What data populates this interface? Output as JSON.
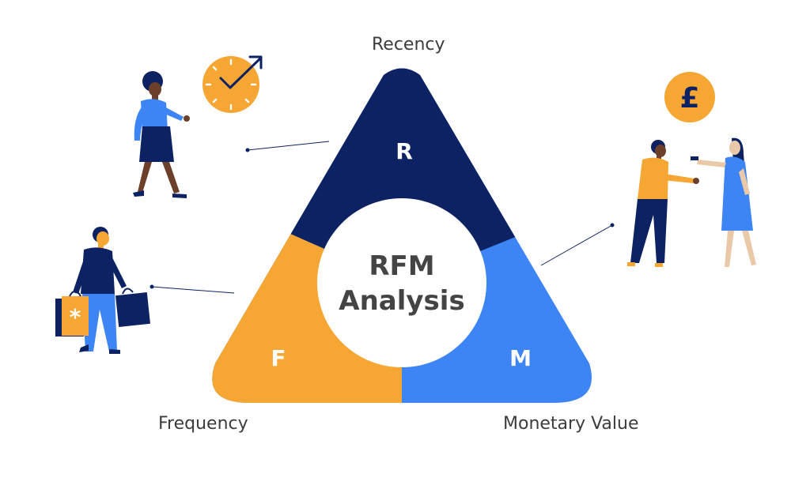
{
  "labels": {
    "recency": "Recency",
    "frequency": "Frequency",
    "monetary": "Monetary Value"
  },
  "segments": {
    "r": "R",
    "f": "F",
    "m": "M"
  },
  "center": {
    "line1": "RFM",
    "line2": "Analysis"
  },
  "icons": {
    "currency_symbol": "£"
  },
  "colors": {
    "navy": "#0d2263",
    "orange": "#f5a633",
    "blue": "#3d85f5",
    "text": "#3c3c3c"
  }
}
